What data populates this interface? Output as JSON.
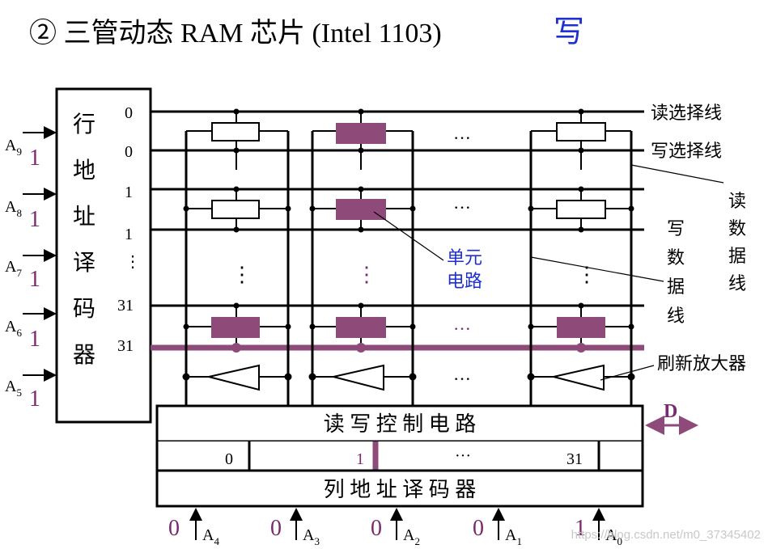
{
  "title": {
    "prefix": "② 三管动态 RAM 芯片 (Intel 1103)",
    "mode": "写"
  },
  "row_decoder": {
    "label_chars": [
      "行",
      "地",
      "址",
      "译",
      "码",
      "器"
    ],
    "outputs": [
      "0",
      "0",
      "1",
      "1",
      "⋮",
      "31",
      "31"
    ]
  },
  "row_inputs": [
    {
      "addr": "A",
      "sub": "9",
      "bit": "1"
    },
    {
      "addr": "A",
      "sub": "8",
      "bit": "1"
    },
    {
      "addr": "A",
      "sub": "7",
      "bit": "1"
    },
    {
      "addr": "A",
      "sub": "6",
      "bit": "1"
    },
    {
      "addr": "A",
      "sub": "5",
      "bit": "1"
    }
  ],
  "right_labels": {
    "read_select": "读选择线",
    "write_select": "写选择线",
    "read_data": [
      "读",
      "数",
      "据",
      "线"
    ],
    "write_data": [
      "写",
      "数",
      "据",
      "线"
    ],
    "refresh": "刷新放大器"
  },
  "cell_label": [
    "单元",
    "电路"
  ],
  "ellipsis": "···",
  "vertical_ellipsis": "⋮",
  "rw_control": "读 写 控 制 电 路",
  "data_io": "D",
  "column_bus": {
    "left": "0",
    "mid": "1",
    "right": "31",
    "dots": "···"
  },
  "column_decoder": "列 地 址 译 码 器",
  "column_inputs": [
    {
      "bit": "0",
      "addr": "A",
      "sub": "4"
    },
    {
      "bit": "0",
      "addr": "A",
      "sub": "3"
    },
    {
      "bit": "0",
      "addr": "A",
      "sub": "2"
    },
    {
      "bit": "0",
      "addr": "A",
      "sub": "1"
    },
    {
      "bit": "1",
      "addr": "A",
      "sub": "0"
    }
  ],
  "watermark": "https://blog.csdn.net/m0_37345402",
  "colors": {
    "highlight": "#8e4a78",
    "bit": "#7a2a6e",
    "accent": "#1f2fd0"
  }
}
